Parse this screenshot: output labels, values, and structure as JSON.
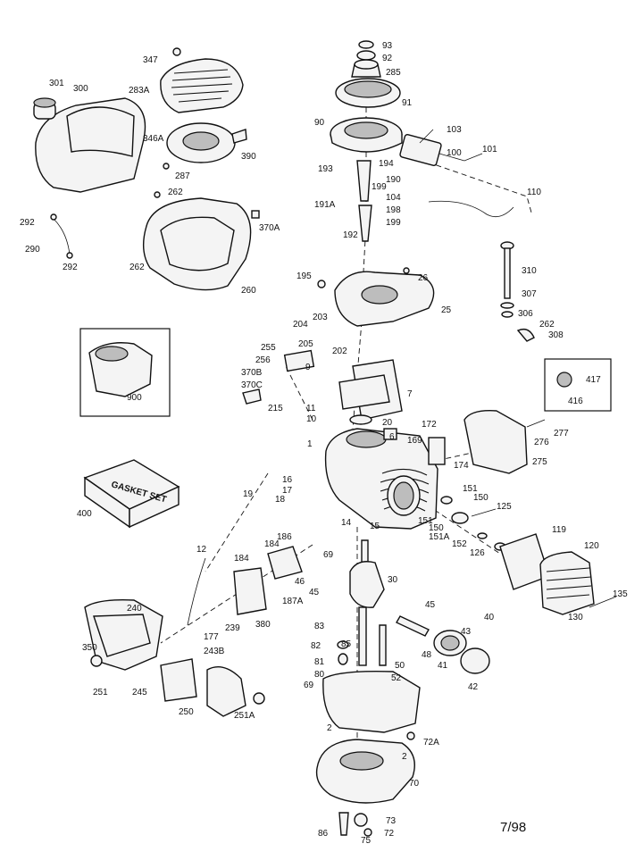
{
  "date_code": "7/98",
  "gasket_set_label": "GASKET SET",
  "callouts": [
    {
      "text": "93"
    },
    {
      "text": "92"
    },
    {
      "text": "285"
    },
    {
      "text": "91"
    },
    {
      "text": "90"
    },
    {
      "text": "103"
    },
    {
      "text": "101"
    },
    {
      "text": "100"
    },
    {
      "text": "194"
    },
    {
      "text": "193"
    },
    {
      "text": "190"
    },
    {
      "text": "199"
    },
    {
      "text": "104"
    },
    {
      "text": "191A"
    },
    {
      "text": "198"
    },
    {
      "text": "199"
    },
    {
      "text": "192"
    },
    {
      "text": "110"
    },
    {
      "text": "347"
    },
    {
      "text": "283A"
    },
    {
      "text": "301"
    },
    {
      "text": "300"
    },
    {
      "text": "346A"
    },
    {
      "text": "390"
    },
    {
      "text": "287"
    },
    {
      "text": "262"
    },
    {
      "text": "370A"
    },
    {
      "text": "292"
    },
    {
      "text": "290"
    },
    {
      "text": "292"
    },
    {
      "text": "262"
    },
    {
      "text": "260"
    },
    {
      "text": "195"
    },
    {
      "text": "26"
    },
    {
      "text": "25"
    },
    {
      "text": "310"
    },
    {
      "text": "307"
    },
    {
      "text": "306"
    },
    {
      "text": "262"
    },
    {
      "text": "308"
    },
    {
      "text": "204"
    },
    {
      "text": "203"
    },
    {
      "text": "205"
    },
    {
      "text": "202"
    },
    {
      "text": "255"
    },
    {
      "text": "256"
    },
    {
      "text": "9"
    },
    {
      "text": "370B"
    },
    {
      "text": "370C"
    },
    {
      "text": "7"
    },
    {
      "text": "215"
    },
    {
      "text": "900"
    },
    {
      "text": "417"
    },
    {
      "text": "416"
    },
    {
      "text": "11"
    },
    {
      "text": "10"
    },
    {
      "text": "20"
    },
    {
      "text": "6"
    },
    {
      "text": "172"
    },
    {
      "text": "276"
    },
    {
      "text": "277"
    },
    {
      "text": "1"
    },
    {
      "text": "169"
    },
    {
      "text": "174"
    },
    {
      "text": "275"
    },
    {
      "text": "16"
    },
    {
      "text": "17"
    },
    {
      "text": "18"
    },
    {
      "text": "19"
    },
    {
      "text": "151"
    },
    {
      "text": "150"
    },
    {
      "text": "125"
    },
    {
      "text": "400"
    },
    {
      "text": "14"
    },
    {
      "text": "15"
    },
    {
      "text": "151"
    },
    {
      "text": "150"
    },
    {
      "text": "151A"
    },
    {
      "text": "152"
    },
    {
      "text": "119"
    },
    {
      "text": "126"
    },
    {
      "text": "120"
    },
    {
      "text": "12"
    },
    {
      "text": "186"
    },
    {
      "text": "184"
    },
    {
      "text": "184"
    },
    {
      "text": "187A"
    },
    {
      "text": "69"
    },
    {
      "text": "46"
    },
    {
      "text": "45"
    },
    {
      "text": "30"
    },
    {
      "text": "135"
    },
    {
      "text": "130"
    },
    {
      "text": "240"
    },
    {
      "text": "239"
    },
    {
      "text": "380"
    },
    {
      "text": "177"
    },
    {
      "text": "45"
    },
    {
      "text": "40"
    },
    {
      "text": "350"
    },
    {
      "text": "243B"
    },
    {
      "text": "83"
    },
    {
      "text": "48"
    },
    {
      "text": "43"
    },
    {
      "text": "82"
    },
    {
      "text": "85"
    },
    {
      "text": "81"
    },
    {
      "text": "50"
    },
    {
      "text": "41"
    },
    {
      "text": "251"
    },
    {
      "text": "80"
    },
    {
      "text": "52"
    },
    {
      "text": "42"
    },
    {
      "text": "245"
    },
    {
      "text": "69"
    },
    {
      "text": "250"
    },
    {
      "text": "251A"
    },
    {
      "text": "2"
    },
    {
      "text": "72A"
    },
    {
      "text": "2"
    },
    {
      "text": "70"
    },
    {
      "text": "73"
    },
    {
      "text": "86"
    },
    {
      "text": "72"
    },
    {
      "text": "75"
    }
  ]
}
